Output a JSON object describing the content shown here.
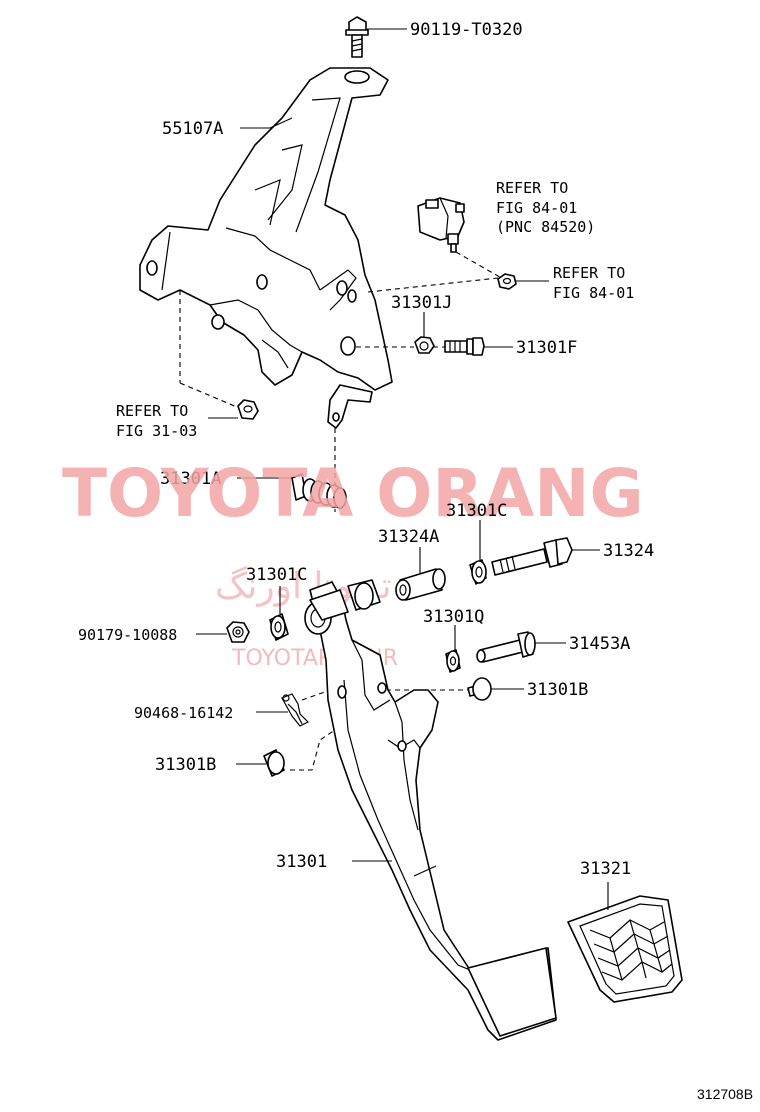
{
  "labels": {
    "bolt_top": "90119-T0320",
    "bracket": "55107A",
    "refer_sensor_1": "REFER TO",
    "refer_sensor_2": "FIG 84-01",
    "refer_sensor_3": "(PNC 84520)",
    "refer_nut_1": "REFER TO",
    "refer_nut_2": "FIG 84-01",
    "nut_j": "31301J",
    "bolt_f": "31301F",
    "refer_left_1": "REFER TO",
    "refer_left_2": "FIG 31-03",
    "spring_a": "31301A",
    "bush_c_right": "31301C",
    "collar": "31324A",
    "bolt_31324": "31324",
    "bush_c_left": "31301C",
    "nut_left": "90179-10088",
    "bush_q": "31301Q",
    "pin_31453a": "31453A",
    "stopper_b_right": "31301B",
    "clip": "90468-16142",
    "stopper_b_left": "31301B",
    "pedal_arm": "31301",
    "pedal_pad": "31321"
  },
  "watermark": {
    "main": "TOYOTA ORANG",
    "arabic": "تويوتا اورنگ",
    "site": "TOYOTAPART.IR"
  },
  "diagram_code": "312708B"
}
